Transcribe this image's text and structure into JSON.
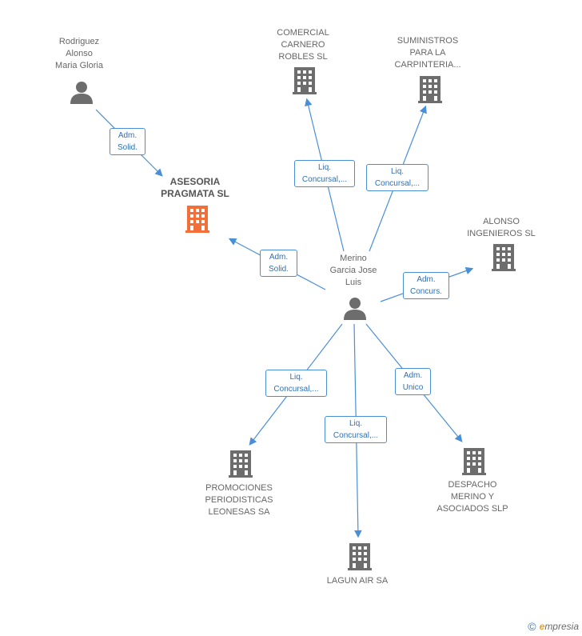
{
  "colors": {
    "edge": "#4a8fd6",
    "node_icon": "#6d6d6d",
    "main_icon": "#f26f3a"
  },
  "nodes": {
    "rodriguez": {
      "label": "Rodriguez\nAlonso\nMaria Gloria",
      "type": "person"
    },
    "asesoria": {
      "label": "ASESORIA\nPRAGMATA SL",
      "type": "company-main"
    },
    "comercial": {
      "label": "COMERCIAL\nCARNERO\nROBLES SL",
      "type": "company"
    },
    "suministros": {
      "label": "SUMINISTROS\nPARA LA\nCARPINTERIA...",
      "type": "company"
    },
    "alonso": {
      "label": "ALONSO\nINGENIEROS SL",
      "type": "company"
    },
    "merino": {
      "label": "Merino\nGarcia Jose\nLuis",
      "type": "person"
    },
    "promociones": {
      "label": "PROMOCIONES\nPERIODISTICAS\nLEONESAS SA",
      "type": "company"
    },
    "lagun": {
      "label": "LAGUN AIR SA",
      "type": "company"
    },
    "despacho": {
      "label": "DESPACHO\nMERINO Y\nASOCIADOS SLP",
      "type": "company"
    }
  },
  "edges": {
    "rodriguez_asesoria": "Adm.\nSolid.",
    "merino_asesoria": "Adm.\nSolid.",
    "merino_comercial": "Liq.\nConcursal,...",
    "merino_suministros": "Liq.\nConcursal,...",
    "merino_alonso": "Adm.\nConcurs.",
    "merino_promociones": "Liq.\nConcursal,...",
    "merino_lagun": "Liq.\nConcursal,...",
    "merino_despacho": "Adm.\nUnico"
  },
  "footer": {
    "copyright": "©",
    "brand_initial": "e",
    "brand_rest": "mpresia"
  }
}
